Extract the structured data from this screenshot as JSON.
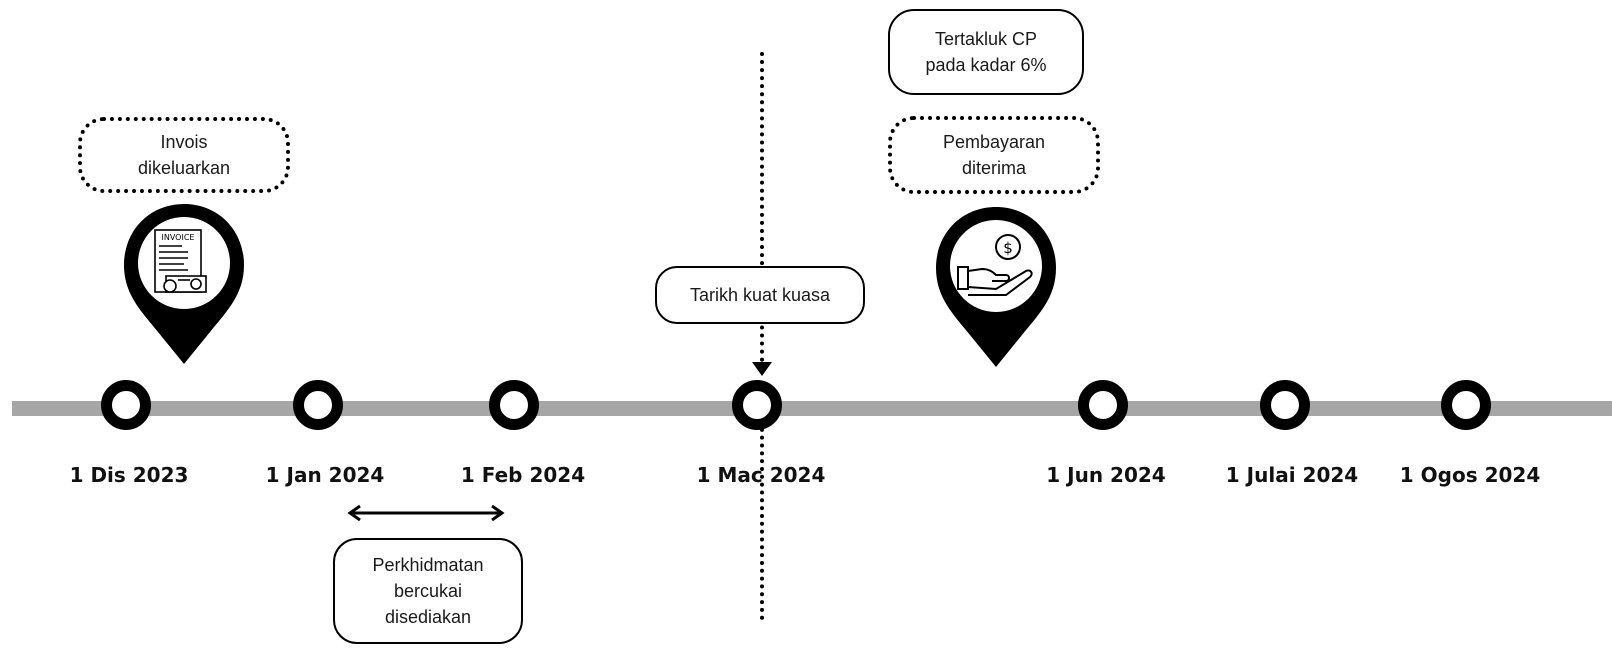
{
  "dates": [
    "1 Dis 2023",
    "1 Jan 2024",
    "1 Feb 2024",
    "1 Mac 2024",
    "1 Jun 2024",
    "1 Julai 2024",
    "1 Ogos 2024"
  ],
  "callouts": {
    "invoice": [
      "Invois",
      "dikeluarkan"
    ],
    "effective_date": "Tarikh kuat kuasa",
    "service": [
      "Perkhidmatan",
      "bercukai",
      "disediakan"
    ],
    "tax_rate": [
      "Tertakluk CP",
      "pada kadar 6%"
    ],
    "payment": [
      "Pembayaran",
      "diterima"
    ]
  },
  "icons": {
    "invoice_pin_icon": "invoice-document-icon",
    "invoice_word": "INVOICE",
    "payment_pin_icon": "hand-receiving-dollar-coin-icon",
    "coin_symbol": "$"
  },
  "colors": {
    "track": "#a6a6a6",
    "marker": "#000000",
    "text": "#1a1a1a"
  }
}
